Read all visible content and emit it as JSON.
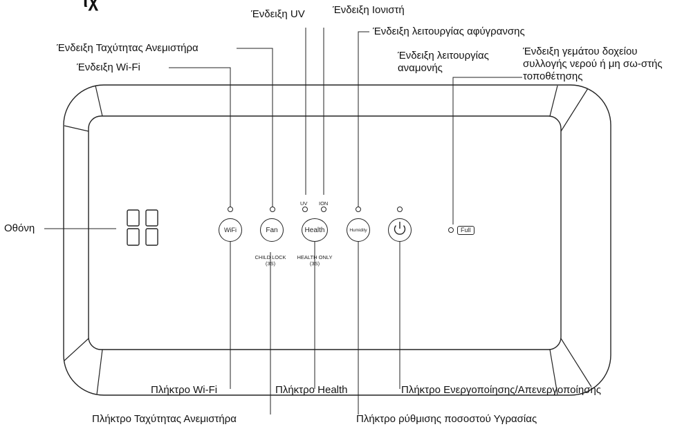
{
  "title_fragment": "ιχ",
  "screen": {
    "digits": "88"
  },
  "buttons": {
    "wifi": "WiFi",
    "fan": "Fan",
    "health": "Health",
    "humidity": "Humidity"
  },
  "indicators": {
    "uv": "UV",
    "ion": "ION",
    "full": "Full"
  },
  "captions": {
    "child_lock": "CHILD LOCK",
    "child_lock_time": "(3S)",
    "health_only": "HEALTH ONLY",
    "health_only_time": "(3S)"
  },
  "labels": {
    "uv_indicator": "Ένδειξη UV",
    "ion_indicator": "Ένδειξη Ιονιστή",
    "dehumidify_indicator": "Ένδειξη λειτουργίας αφύγρανσης",
    "fan_speed_indicator": "Ένδειξη Ταχύτητας Ανεμιστήρα",
    "standby_indicator": "Ένδειξη λειτουργίας αναμονής",
    "tank_full_indicator": "Ένδειξη γεμάτου δοχείου συλλογής νερού ή μη σω-στής τοποθέτησης",
    "wifi_indicator": "Ένδειξη Wi-Fi",
    "display": "Οθόνη",
    "wifi_button": "Πλήκτρο Wi-Fi",
    "health_button": "Πλήκτρο Health",
    "power_button": "Πλήκτρο Ενεργοποίησης/Απενεργοποίησης",
    "fan_speed_button": "Πλήκτρο Ταχύτητας Ανεμιστήρα",
    "humidity_button": "Πλήκτρο ρύθμισης ποσοστού Υγρασίας"
  }
}
